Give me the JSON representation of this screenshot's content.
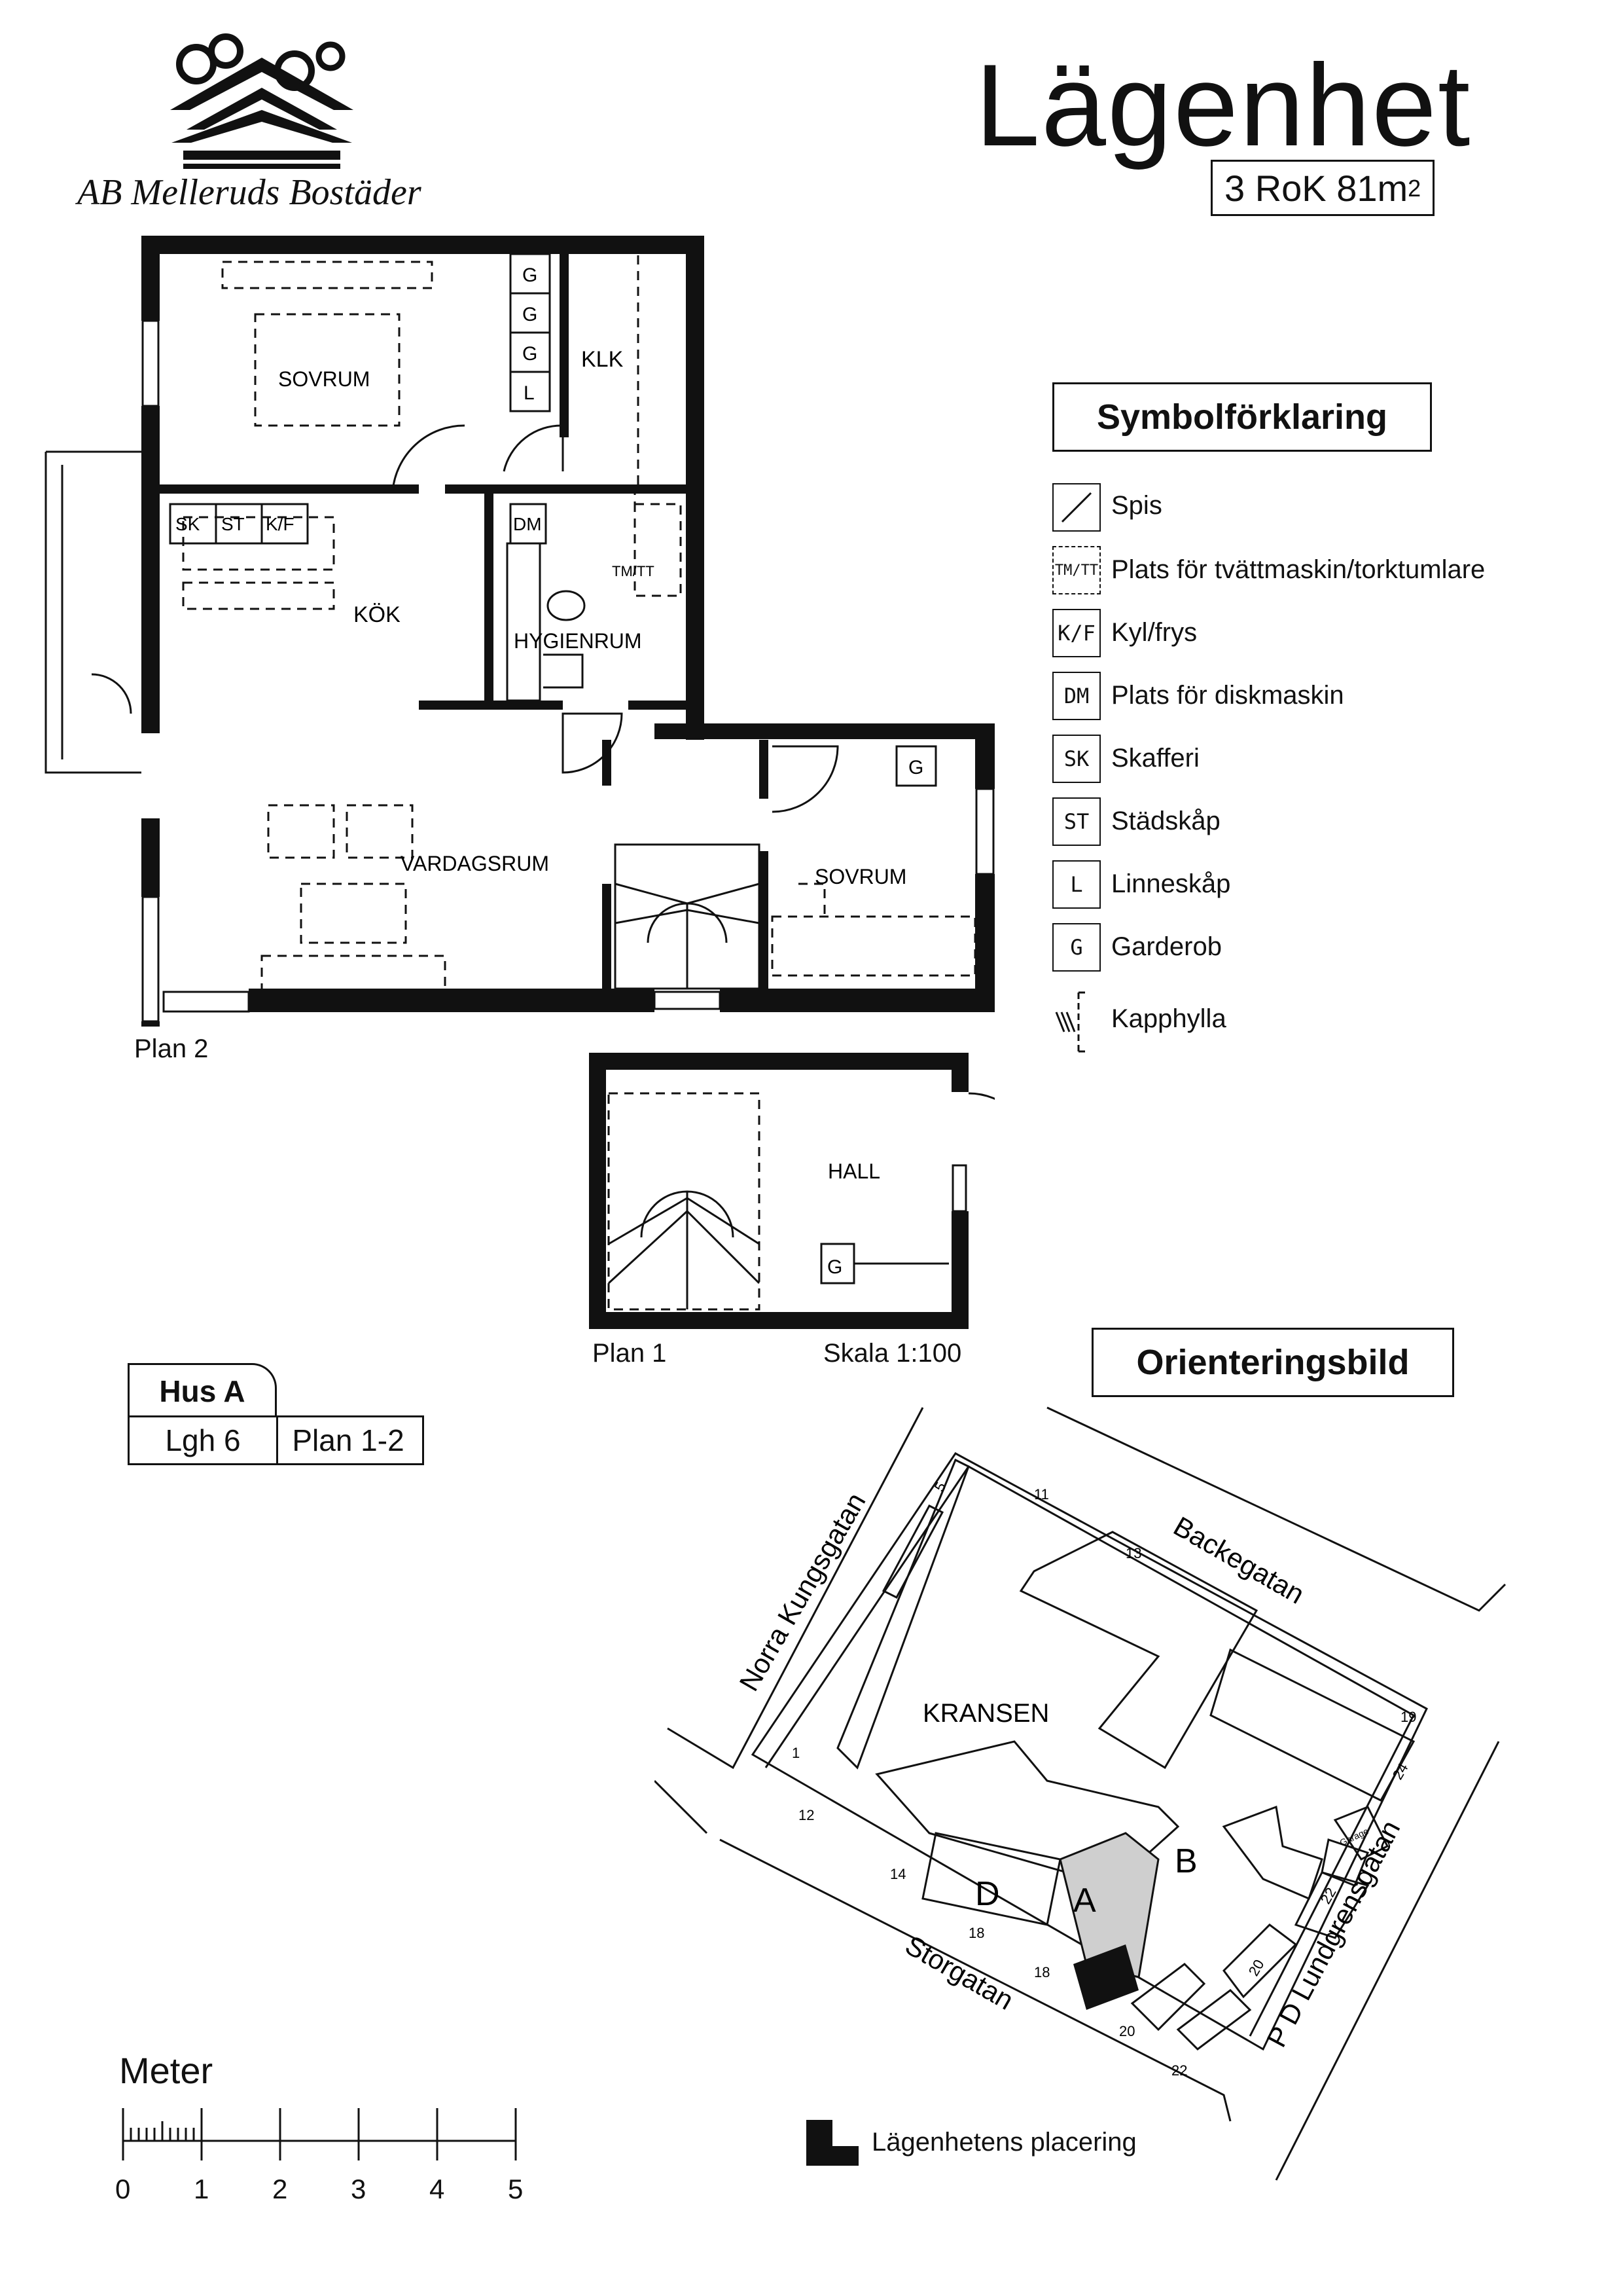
{
  "header": {
    "company": "AB Melleruds Bostäder",
    "title": "Lägenhet",
    "subtitle_main": "3 RoK 81m",
    "subtitle_sup": "2"
  },
  "plan2": {
    "label": "Plan 2",
    "rooms": {
      "sovrum_large": "SOVRUM",
      "klk": "KLK",
      "kok": "KÖK",
      "hygienrum": "HYGIENRUM",
      "vardagsrum": "VARDAGSRUM",
      "sovrum_small": "SOVRUM"
    },
    "storage": {
      "sk": "SK",
      "st": "ST",
      "kf": "K/F",
      "dm": "DM",
      "tmtt": "TM/TT",
      "g": "G",
      "l": "L"
    }
  },
  "plan1": {
    "label": "Plan 1",
    "scale": "Skala 1:100",
    "rooms": {
      "hall": "HALL"
    },
    "storage": {
      "g": "G"
    }
  },
  "legend": {
    "title": "Symbolförklaring",
    "items": [
      {
        "code": "",
        "icon": "stove-icon",
        "label": "Spis"
      },
      {
        "code": "TM/TT",
        "icon": "dashed-box-icon",
        "label": "Plats för tvättmaskin/torktumlare"
      },
      {
        "code": "K/F",
        "icon": "box-icon",
        "label": "Kyl/frys"
      },
      {
        "code": "DM",
        "icon": "box-icon",
        "label": "Plats för diskmaskin"
      },
      {
        "code": "SK",
        "icon": "box-icon",
        "label": "Skafferi"
      },
      {
        "code": "ST",
        "icon": "box-icon",
        "label": "Städskåp"
      },
      {
        "code": "L",
        "icon": "box-icon",
        "label": "Linneskåp"
      },
      {
        "code": "G",
        "icon": "box-icon",
        "label": "Garderob"
      },
      {
        "code": "",
        "icon": "coat-rack-icon",
        "label": "Kapphylla"
      }
    ]
  },
  "hus": {
    "title": "Hus A",
    "lgh": "Lgh 6",
    "plan": "Plan 1-2"
  },
  "orientation": {
    "title": "Orienteringsbild",
    "block_name": "KRANSEN",
    "streets": {
      "north_west": "Norra Kungsgatan",
      "north_east": "Backegatan",
      "south_west": "Storgatan",
      "south_east": "P D Lundgrensgatan"
    },
    "buildings": {
      "a": "A",
      "b": "B",
      "d": "D",
      "garage": "Garage"
    },
    "numbers": [
      "5",
      "11",
      "13",
      "19",
      "24",
      "22",
      "20",
      "20",
      "22",
      "18",
      "18",
      "14",
      "12",
      "1"
    ],
    "legend_label": "Lägenhetens placering"
  },
  "scale_bar": {
    "title": "Meter",
    "ticks": [
      "0",
      "1",
      "2",
      "3",
      "4",
      "5"
    ]
  }
}
